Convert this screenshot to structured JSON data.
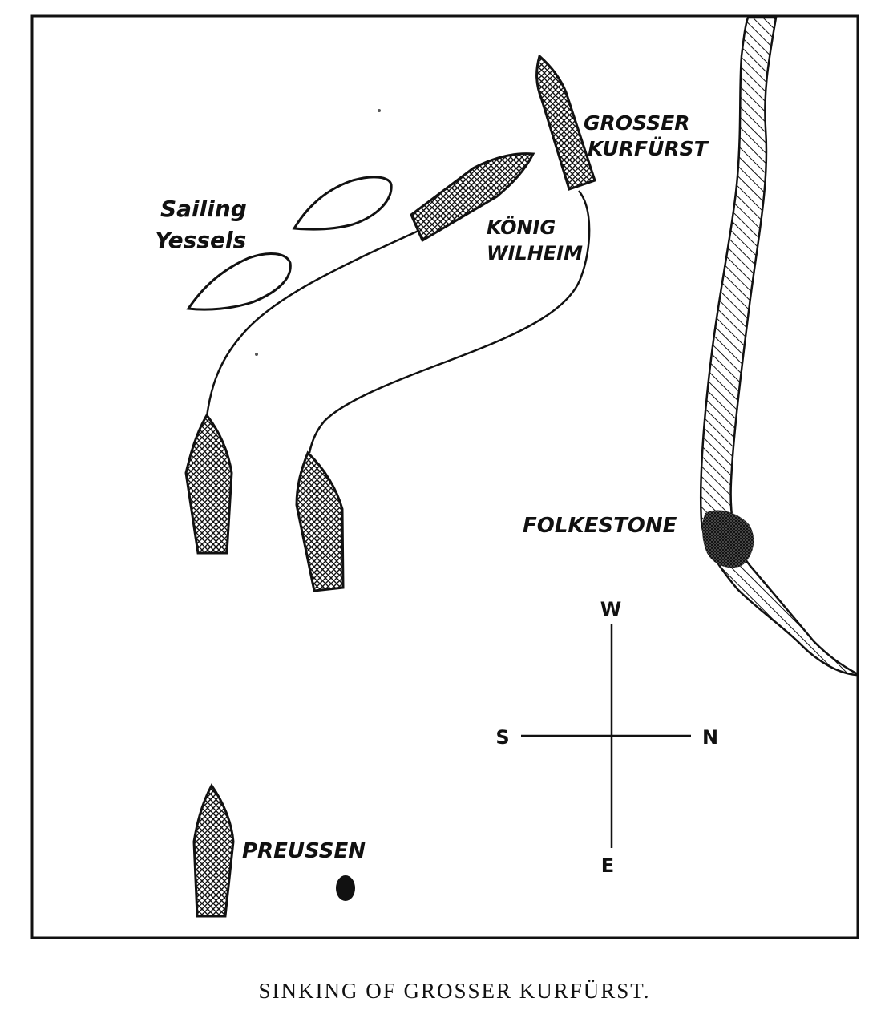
{
  "labels": {
    "grosser_kurfurst": [
      "GROSSER",
      "KURFÜRST"
    ],
    "konig_wilheim": [
      "KÖNIG",
      "WILHEIM"
    ],
    "sailing_vessels": [
      "Sailing",
      "Yessels"
    ],
    "folkestone": "FOLKESTONE",
    "preussen": "PREUSSEN"
  },
  "compass": {
    "north": "N",
    "south": "S",
    "east": "E",
    "west": "W"
  },
  "caption": "SINKING OF GROSSER KURFÜRST.",
  "colors": {
    "ink": "#111111",
    "paper": "#ffffff"
  }
}
